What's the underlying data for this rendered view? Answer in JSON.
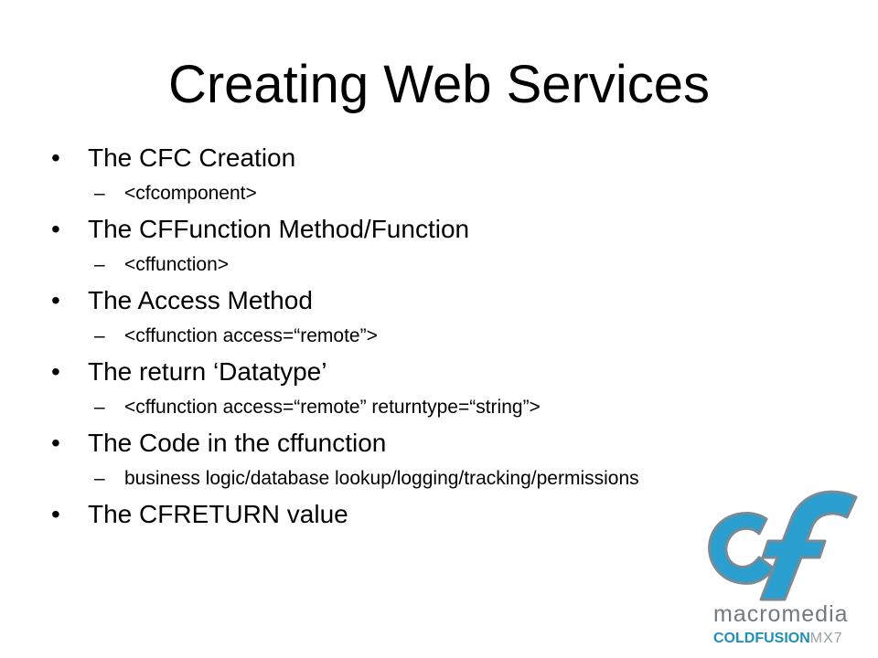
{
  "slide": {
    "title": "Creating Web Services",
    "bullet_marker": "•",
    "sub_marker": "–",
    "items": [
      {
        "level": 1,
        "text": "The CFC Creation"
      },
      {
        "level": 2,
        "text": "<cfcomponent>"
      },
      {
        "level": 1,
        "text": "The CFFunction Method/Function"
      },
      {
        "level": 2,
        "text": "<cffunction>"
      },
      {
        "level": 1,
        "text": "The Access Method"
      },
      {
        "level": 2,
        "text": "<cffunction access=“remote”>"
      },
      {
        "level": 1,
        "text": "The return ‘Datatype’"
      },
      {
        "level": 2,
        "text": "<cffunction access=“remote” returntype=“string”>"
      },
      {
        "level": 1,
        "text": "The Code in the cffunction"
      },
      {
        "level": 2,
        "text": "business logic/database lookup/logging/tracking/permissions"
      },
      {
        "level": 1,
        "text": "The CFRETURN value"
      }
    ]
  },
  "logo": {
    "icon": "coldfusion-cf-logo",
    "line1": "macromedia",
    "line2_brand": "COLDFUSION",
    "line2_version": "MX7",
    "colors": {
      "cf_blue": "#2a9fd0",
      "cf_outline": "#7a8a94",
      "text_gray": "#6f7a82",
      "text_blue": "#1f8fb7"
    }
  }
}
